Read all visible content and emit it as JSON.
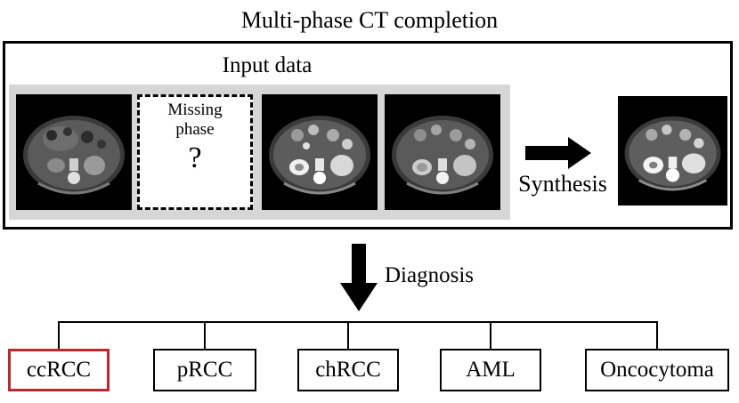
{
  "title": "Multi-phase CT completion",
  "input_label": "Input data",
  "missing_phase": {
    "label_line1": "Missing",
    "label_line2": "phase",
    "mark": "?"
  },
  "synthesis_label": "Synthesis",
  "diagnosis_label": "Diagnosis",
  "classes": [
    {
      "label": "ccRCC",
      "highlighted": true
    },
    {
      "label": "pRCC",
      "highlighted": false
    },
    {
      "label": "chRCC",
      "highlighted": false
    },
    {
      "label": "AML",
      "highlighted": false
    },
    {
      "label": "Oncocytoma",
      "highlighted": false
    }
  ],
  "colors": {
    "highlight": "#c0272d",
    "band": "#d6d6d6",
    "line": "#000000"
  }
}
